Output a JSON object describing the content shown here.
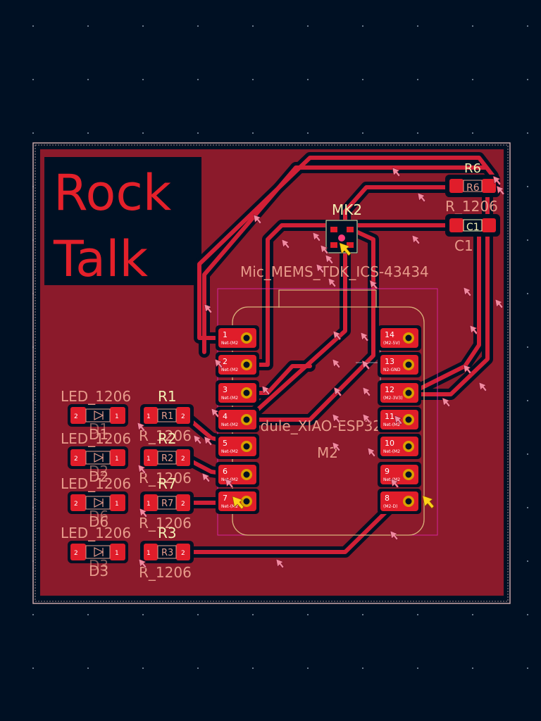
{
  "board": {
    "title_line1": "Rock",
    "title_line2": "Talk",
    "colors": {
      "background": "#001023",
      "copper": "#8b1a2b",
      "trace": "#d01f36",
      "silk": "#e79b8a",
      "silk_highlight": "#f4f0b4",
      "pad": "#e01d2a",
      "arrow": "#f08aa0"
    }
  },
  "mic": {
    "ref": "MK2",
    "value": "Mic_MEMS_TDK_ICS-43434"
  },
  "module": {
    "ref": "M2",
    "value": "Module_XIAO-ESP32",
    "left_pins": [
      "1",
      "2",
      "3",
      "4",
      "5",
      "6",
      "7"
    ],
    "right_pins": [
      "14",
      "13",
      "12",
      "11",
      "10",
      "9",
      "8"
    ],
    "pad_labels": [
      "Net-(M2",
      "Net-(M2",
      "Net-(M2",
      "Net-(M2",
      "Net-(M2",
      "Net-(M2",
      "Net-(M2",
      "(M2-5V)",
      "N2-GND",
      "(M2-3V3)",
      "Net-(M2",
      "Net-(M2",
      "Net-(M2",
      "(M2-D)"
    ]
  },
  "leds": [
    {
      "ref": "D1",
      "value": "LED_1206",
      "alt_ref": "D1"
    },
    {
      "ref": "D2",
      "value": "LED_1206",
      "alt_ref": "D2"
    },
    {
      "ref": "D6",
      "value": "LED_1206",
      "alt_ref": "D6"
    },
    {
      "ref": "D3",
      "value": "LED_1206",
      "alt_ref": "D3"
    }
  ],
  "resistors": [
    {
      "ref": "R1",
      "value": "R_1206"
    },
    {
      "ref": "R2",
      "value": "R_1206"
    },
    {
      "ref": "R7",
      "value": "R_1206"
    },
    {
      "ref": "R3",
      "value": "R_1206"
    }
  ],
  "top_right": {
    "r6_ref": "R6",
    "r6_top": "R6",
    "r6_value": "R_1206",
    "c1_ref": "C1",
    "c1_value": "C1"
  },
  "pad_numbers": {
    "one": "1",
    "two": "2"
  }
}
